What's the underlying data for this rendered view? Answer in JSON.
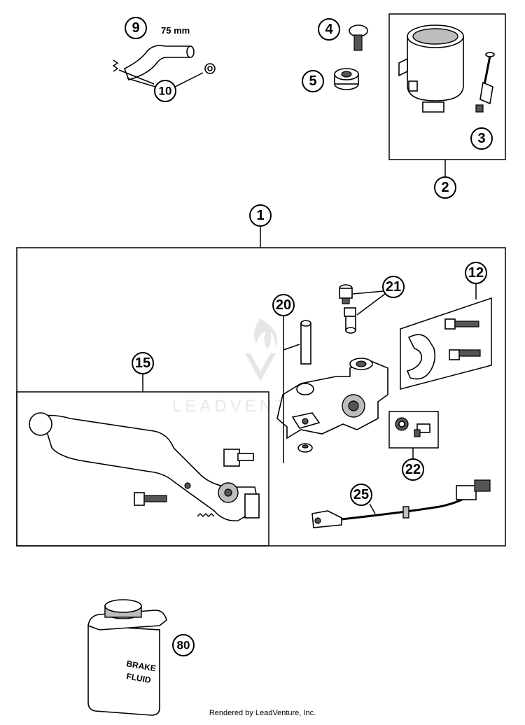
{
  "diagram": {
    "callouts": {
      "c1": "1",
      "c2": "2",
      "c3": "3",
      "c4": "4",
      "c5": "5",
      "c9": "9",
      "c10": "10",
      "c12": "12",
      "c15": "15",
      "c20": "20",
      "c21": "21",
      "c22": "22",
      "c25": "25",
      "c80": "80"
    },
    "hose_dimension": "75 mm",
    "can_label_line1": "BRAKE",
    "can_label_line2": "FLUID",
    "watermark": "LEADVENTURE",
    "footer": "Rendered by LeadVenture, Inc."
  }
}
